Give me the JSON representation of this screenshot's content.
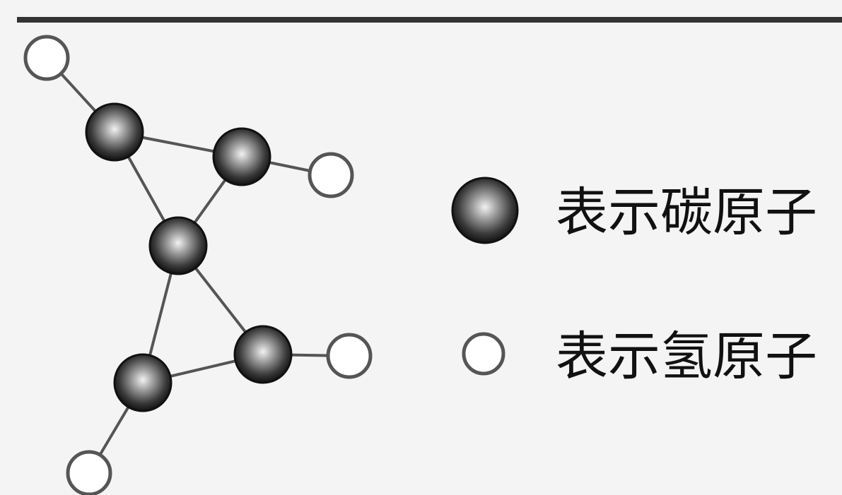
{
  "legend": {
    "carbon_label": "表示碳原子",
    "hydrogen_label": "表示氢原子"
  },
  "colors": {
    "carbon_dark": "#1a1a1a",
    "carbon_highlight": "#f2f2f2",
    "bond": "#555555",
    "hydrogen_stroke": "#555555",
    "background": "#f4f4f4",
    "top_rule": "#333333"
  },
  "molecule": {
    "atoms": [
      {
        "id": "C1",
        "element": "C"
      },
      {
        "id": "C2",
        "element": "C"
      },
      {
        "id": "C3",
        "element": "C"
      },
      {
        "id": "C4",
        "element": "C"
      },
      {
        "id": "C5",
        "element": "C"
      },
      {
        "id": "H1",
        "element": "H"
      },
      {
        "id": "H2",
        "element": "H"
      },
      {
        "id": "H3",
        "element": "H"
      },
      {
        "id": "H4",
        "element": "H"
      }
    ],
    "bonds": [
      [
        "H1",
        "C1"
      ],
      [
        "C1",
        "C2"
      ],
      [
        "C1",
        "C3"
      ],
      [
        "C2",
        "C3"
      ],
      [
        "C2",
        "H2"
      ],
      [
        "C3",
        "C4"
      ],
      [
        "C3",
        "C5"
      ],
      [
        "C4",
        "C5"
      ],
      [
        "C4",
        "H3"
      ],
      [
        "C5",
        "H4"
      ]
    ]
  }
}
